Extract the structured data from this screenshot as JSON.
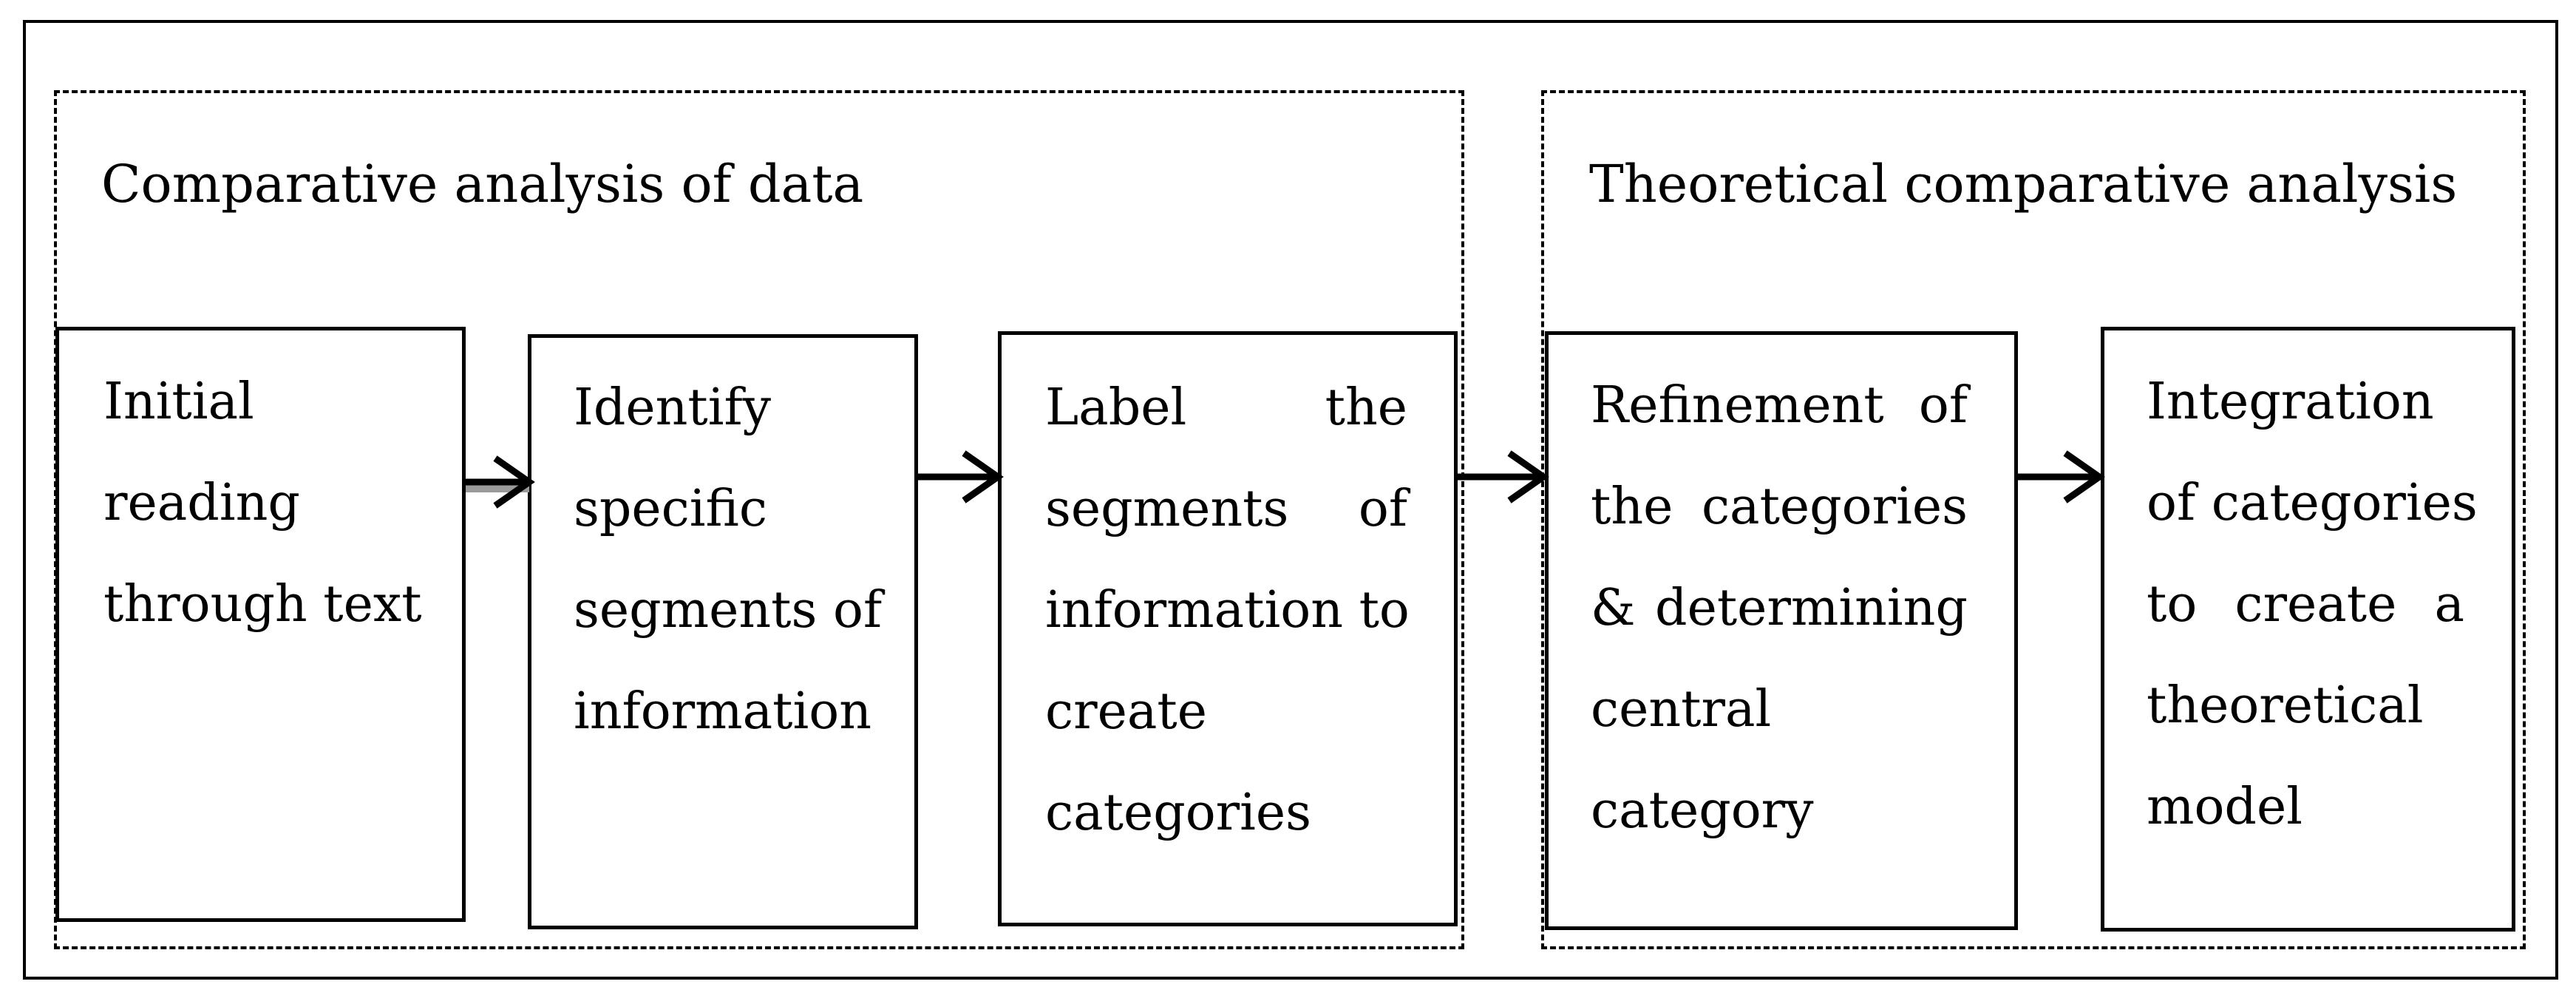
{
  "groups": [
    {
      "title": "Comparative analysis of data"
    },
    {
      "title": "Theoretical comparative analysis"
    }
  ],
  "steps": [
    {
      "lines": [
        [
          "Initial"
        ],
        [
          "reading"
        ],
        [
          "through text"
        ]
      ]
    },
    {
      "lines": [
        [
          "Identify"
        ],
        [
          "specific"
        ],
        [
          "segments of"
        ],
        [
          "information"
        ]
      ]
    },
    {
      "lines": [
        [
          "Label",
          "the"
        ],
        [
          "segments",
          "of"
        ],
        [
          "information to"
        ],
        [
          "create"
        ],
        [
          "categories"
        ]
      ]
    },
    {
      "lines": [
        [
          "Refinement",
          "of"
        ],
        [
          "the",
          "categories"
        ],
        [
          "&",
          "determining"
        ],
        [
          "central"
        ],
        [
          "category"
        ]
      ]
    },
    {
      "lines": [
        [
          "Integration"
        ],
        [
          "of categories"
        ],
        [
          "to",
          "create",
          "a"
        ],
        [
          "theoretical"
        ],
        [
          "model"
        ]
      ]
    }
  ]
}
